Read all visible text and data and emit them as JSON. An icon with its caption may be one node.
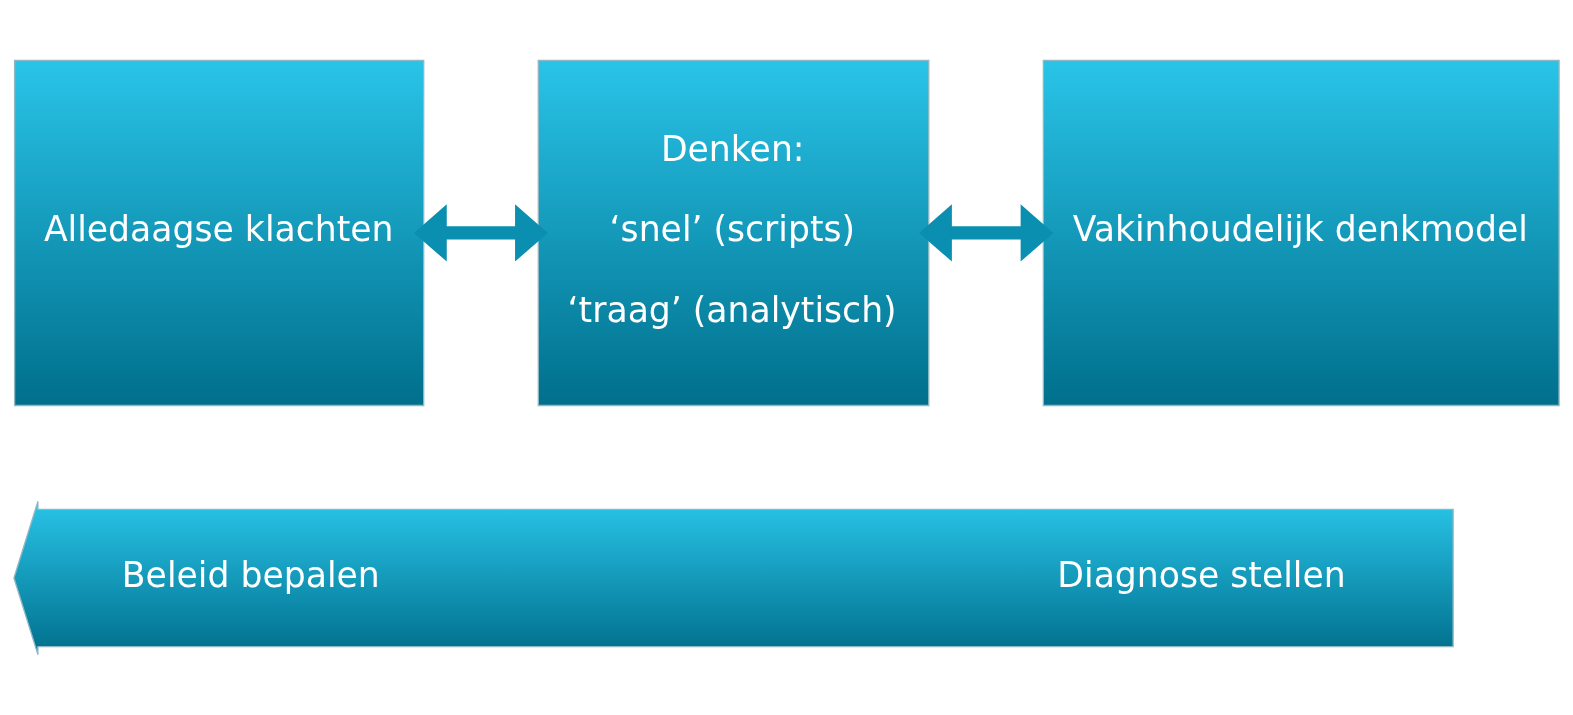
{
  "diagram": {
    "nodes": [
      {
        "text": [
          "Alledaagse klachten"
        ]
      },
      {
        "text": [
          "Denken:",
          "‘snel’ (scripts)",
          "‘traag’ (analytisch)"
        ]
      },
      {
        "text": [
          "Vakinhoudelijk denkmodel"
        ]
      },
      {
        "text": [
          "Beleid bepalen",
          "Diagnose stellen"
        ]
      }
    ],
    "edges": [
      {
        "from": 0,
        "to": 1,
        "arrow": "both"
      },
      {
        "from": 1,
        "to": 2,
        "arrow": "both"
      }
    ]
  }
}
